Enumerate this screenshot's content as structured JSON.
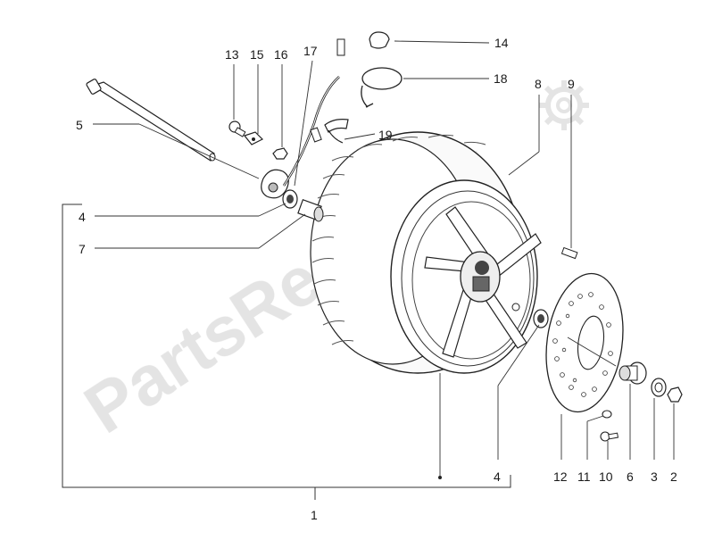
{
  "watermark": {
    "text": "PartsRepublik",
    "icon": "gear-icon"
  },
  "callouts": [
    {
      "id": "c1",
      "text": "1"
    },
    {
      "id": "c2",
      "text": "2"
    },
    {
      "id": "c3",
      "text": "3"
    },
    {
      "id": "c4a",
      "text": "4"
    },
    {
      "id": "c4b",
      "text": "4"
    },
    {
      "id": "c5",
      "text": "5"
    },
    {
      "id": "c6",
      "text": "6"
    },
    {
      "id": "c7",
      "text": "7"
    },
    {
      "id": "c8",
      "text": "8"
    },
    {
      "id": "c9",
      "text": "9"
    },
    {
      "id": "c10",
      "text": "10"
    },
    {
      "id": "c11",
      "text": "11"
    },
    {
      "id": "c12",
      "text": "12"
    },
    {
      "id": "c13",
      "text": "13"
    },
    {
      "id": "c14",
      "text": "14"
    },
    {
      "id": "c15",
      "text": "15"
    },
    {
      "id": "c16",
      "text": "16"
    },
    {
      "id": "c17",
      "text": "17"
    },
    {
      "id": "c18",
      "text": "18"
    },
    {
      "id": "c19",
      "text": "19"
    }
  ]
}
